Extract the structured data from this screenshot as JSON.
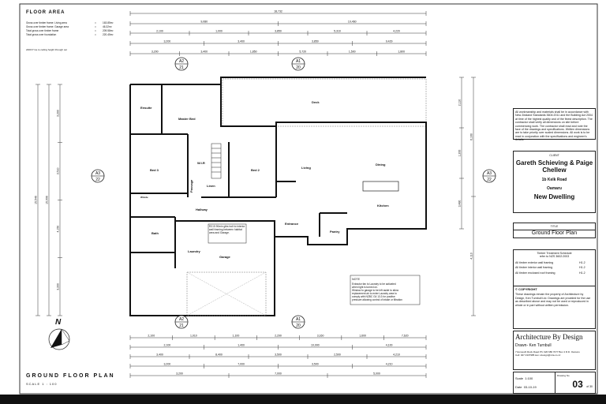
{
  "floor_area": {
    "title": "FLOOR AREA",
    "rows": [
      {
        "label": "Gross over timber frame: Living area",
        "value": "163.85m²"
      },
      {
        "label": "Gross over timber frame: Garage area",
        "value": "46.32m²"
      },
      {
        "label": "Total gross over timber frame",
        "value": "209.58m²"
      },
      {
        "label": "Total gross over foundation",
        "value": "220.45m²"
      }
    ],
    "note": "2400 P ine to ceiling height through out"
  },
  "rooms": [
    "Ensuite",
    "Master Bed",
    "Deck",
    "Bed 3",
    "W.I.R",
    "Bed 2",
    "Living",
    "Dining",
    "Passage",
    "Linen",
    "Hallway",
    "Kitchen",
    "W/side",
    "Bath",
    "Laundry",
    "Garage",
    "Entrance",
    "Pantry"
  ],
  "plan_note": {
    "heading": "NOTE",
    "lines": [
      "Extractor fan to Laundry to be activated",
      "when light is turned on.",
      "Window to garage to be left aside to allow",
      "replacement air to enter Laundry area to",
      "comply with NZBC G4 13.3 for positive",
      "pressure allowing control of intake or filtration"
    ]
  },
  "wall_note": "RZ-B 90min gibs bolt to interior wall framing between habitat area and Garage.",
  "section_markers": [
    {
      "id": "A2",
      "sheet": "21"
    },
    {
      "id": "A1",
      "sheet": "20"
    },
    {
      "id": "A3",
      "sheet": "22"
    },
    {
      "id": "A3",
      "sheet": "22"
    },
    {
      "id": "A2",
      "sheet": "21"
    },
    {
      "id": "A1",
      "sheet": "20"
    }
  ],
  "dimensions": {
    "top_overall": "18,732",
    "top_row2": [
      "9,080",
      "10,460"
    ],
    "top_row3": [
      "2,100",
      "1,000",
      "3,850",
      "5,310",
      "4,220"
    ],
    "top_row4": [
      "3,200",
      "3,400",
      "3,850",
      "9,429"
    ],
    "top_row5": [
      "3,200",
      "3,400",
      "1,850",
      "5,720",
      "1,500",
      "1,800"
    ],
    "bottom_row1": [
      "2,100",
      "1,010",
      "1,100",
      "2,290",
      "3,160",
      "1,600",
      "7,620"
    ],
    "bottom_row2": [
      "2,100",
      "1,400",
      "10,990",
      "4,100"
    ],
    "bottom_row3": [
      "3,400",
      "8,400",
      "3,500",
      "2,500",
      "4,210"
    ],
    "bottom_row4": [
      "3,200",
      "7,000",
      "3,500",
      "4,210"
    ],
    "bottom_row5": [
      "3,200",
      "7,000",
      "5,000"
    ],
    "left": [
      "15,546",
      "15,996",
      "3,200",
      "3,510",
      "4,150",
      "3,200"
    ],
    "right": [
      "2,110",
      "1,200",
      "3,480",
      "6,160",
      "4,110"
    ]
  },
  "north_label": "N",
  "drawing_title": "GROUND FLOOR PLAN",
  "scale_label": "SCALE  1 : 100",
  "title_block": {
    "notes": "All workmanship and materials shall be in accordance with New Zealand Standards 3604:2011 and the Building Act 2004 at time of the highest quality and of the finest description. The contractor shall verify all dimensions on site before commencing work. The contractor shall read and note the face of the drawings and specifications. Written dimensions are to take priority over scaled dimensions. All work is to be read in conjunction with the specifications and engineer's details.",
    "client_label": "CLIENT",
    "client_name": "Gareth Schieving & Paige Chellew",
    "address": "1b Kelk Road",
    "town": "Oamaru",
    "project": "New Dwelling",
    "title_label": "TITLE",
    "title": "Ground Floor Plan",
    "timber_heading": "Timber Treatment Schedule",
    "timber_sub": "refer to NZS 3602:2003",
    "timber_rows": [
      {
        "item": "All timber exterior wall framing",
        "grade": "H1.2"
      },
      {
        "item": "All timber interior wall framing",
        "grade": "H1.2"
      },
      {
        "item": "All timber enclosed roof framing",
        "grade": "H1.2"
      }
    ],
    "copyright_heading": "© COPYRIGHT",
    "copyright_text": "These drawings remain the property of Architecture by Design, Ken Turnbull Ltd. Drawings are provided for the use as described above and may not be used or reproduced in whole or in part without written permission.",
    "firm": "Architecture By Design",
    "drawn_by": "Drawn- Ken Turnbull",
    "firm_address": "7 Exmouth Rock Road  Ph: 026 686 7077  Box 4 R.D.  Oamaru",
    "firm_contact": "Cell: 027 4337985  ken.t.design@xtra.co.nz",
    "scale_label": "Scale",
    "scale": "1:100",
    "date_label": "Date",
    "date": "03-10-19",
    "drawing_no_label": "Drawing No",
    "sheet": "03",
    "sheet_of": "of 30"
  }
}
